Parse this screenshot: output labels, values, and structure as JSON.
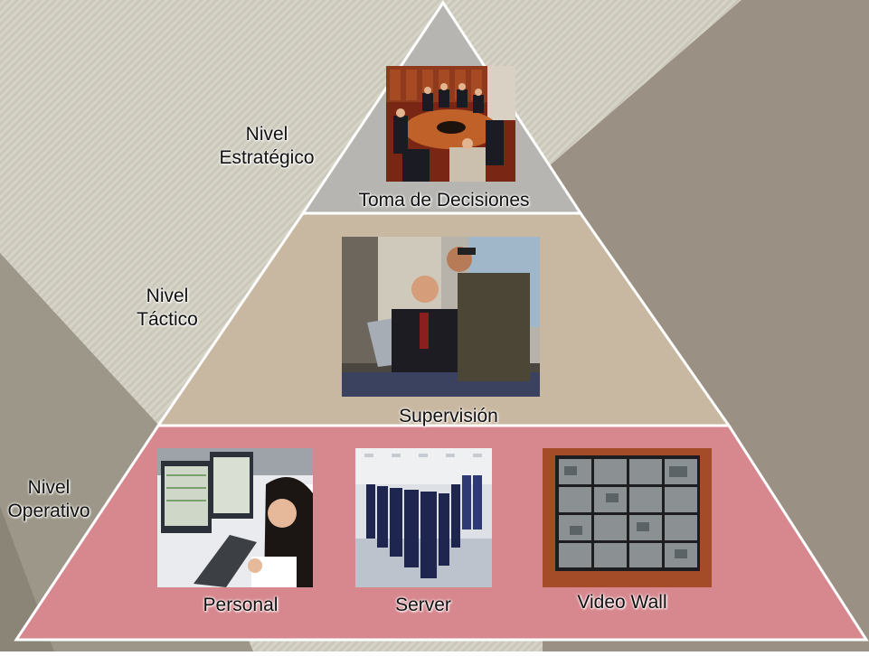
{
  "levels": {
    "strategic": {
      "label_line1": "Nivel",
      "label_line2": "Estratégico",
      "caption": "Toma de Decisiones",
      "photo_icon": "boardroom-meeting-photo"
    },
    "tactical": {
      "label_line1": "Nivel",
      "label_line2": "Táctico",
      "caption": "Supervisión",
      "photo_icon": "supervisor-laptop-photo"
    },
    "operational": {
      "label_line1": "Nivel",
      "label_line2": "Operativo",
      "items": [
        {
          "caption": "Personal",
          "photo_icon": "operator-headset-photo"
        },
        {
          "caption": "Server",
          "photo_icon": "server-room-photo"
        },
        {
          "caption": "Video Wall",
          "photo_icon": "video-wall-photo"
        }
      ]
    }
  },
  "colors": {
    "background_stripes": "#d3d0c3",
    "background_dark": "#9a9184",
    "strategic_fill": "#b5b4b0",
    "tactical_fill": "#c8b7a0",
    "operational_fill": "#d6878f"
  }
}
